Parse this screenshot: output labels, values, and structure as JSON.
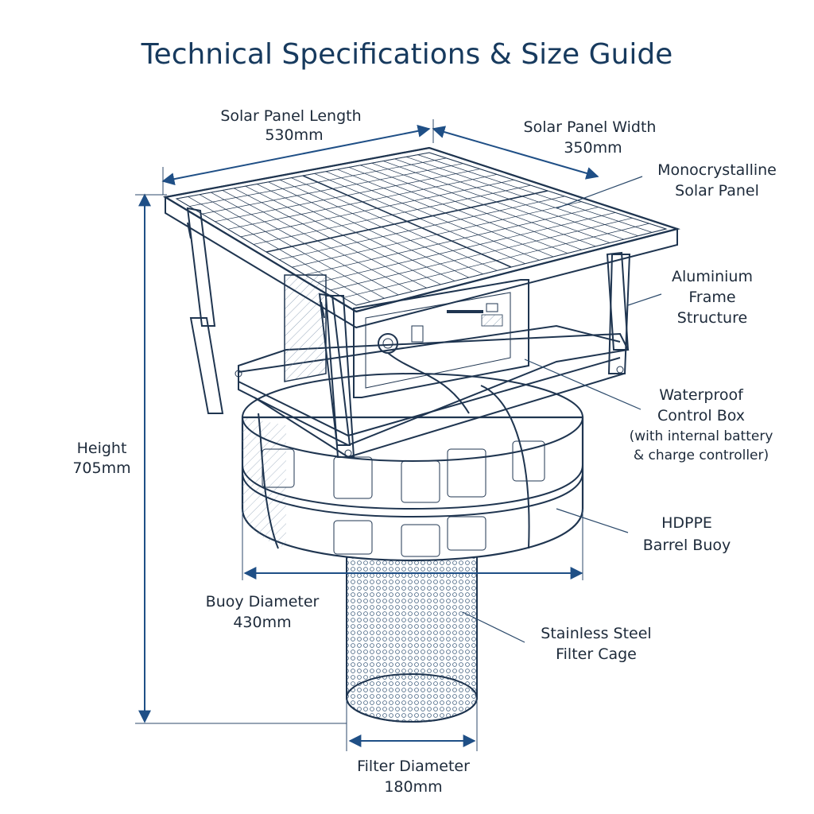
{
  "title": "Technical Specifications & Size Guide",
  "colors": {
    "accent": "#1f4f86",
    "ink": "#1f3550",
    "title": "#173a5e"
  },
  "dimensions": {
    "panel_length": {
      "label": "Solar Panel Length",
      "value": "530mm"
    },
    "panel_width": {
      "label": "Solar Panel Width",
      "value": "350mm"
    },
    "height": {
      "label": "Height",
      "value": "705mm"
    },
    "buoy": {
      "label": "Buoy Diameter",
      "value": "430mm"
    },
    "filter": {
      "label": "Filter Diameter",
      "value": "180mm"
    }
  },
  "callouts": {
    "panel": {
      "line1": "Monocrystalline",
      "line2": "Solar Panel"
    },
    "frame": {
      "line1": "Aluminium",
      "line2": "Frame",
      "line3": "Structure"
    },
    "box": {
      "line1": "Waterproof",
      "line2": "Control Box",
      "line3": "(with internal battery",
      "line4": "& charge controller)"
    },
    "buoy": {
      "line1": "HDPPE",
      "line2": "Barrel Buoy"
    },
    "cage": {
      "line1": "Stainless Steel",
      "line2": "Filter Cage"
    }
  }
}
